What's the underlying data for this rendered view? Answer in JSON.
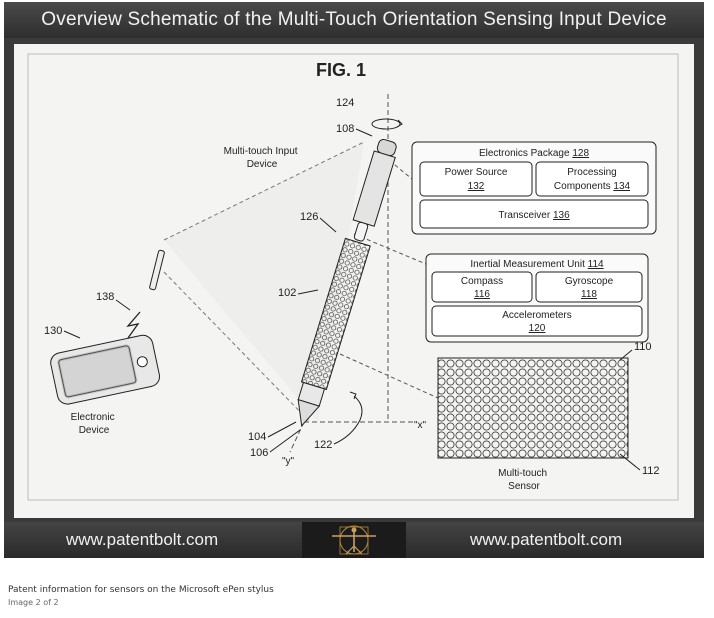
{
  "header": {
    "title": "Overview Schematic of the Multi-Touch Orientation Sensing Input Device"
  },
  "figure": {
    "label": "FIG. 1",
    "refs": {
      "r124": "124",
      "r108": "108",
      "r126": "126",
      "r102": "102",
      "r104": "104",
      "r106": "106",
      "r122": "122",
      "r138": "138",
      "r130": "130",
      "r110": "110",
      "r112": "112"
    },
    "axis_x": "\"x\"",
    "axis_y": "\"y\"",
    "input_device_label": [
      "Multi-touch Input",
      "Device"
    ],
    "electronic_device_label": [
      "Electronic",
      "Device"
    ],
    "sensor_label": [
      "Multi-touch",
      "Sensor"
    ],
    "electronics_package": {
      "title": "Electronics Package",
      "num": "128",
      "power_source": "Power Source",
      "power_num": "132",
      "processing": "Processing",
      "components": "Components",
      "processing_num": "134",
      "transceiver": "Transceiver",
      "transceiver_num": "136"
    },
    "imu": {
      "title": "Inertial Measurement Unit",
      "num": "114",
      "compass": "Compass",
      "compass_num": "116",
      "gyroscope": "Gyroscope",
      "gyroscope_num": "118",
      "accelerometers": "Accelerometers",
      "accelerometers_num": "120"
    }
  },
  "footer": {
    "left_url": "www.patentbolt.com",
    "right_url": "www.patentbolt.com",
    "logo": "vitruvian-man-logo"
  },
  "caption": "Patent information for sensors on the Microsoft ePen stylus",
  "subcaption": "Image 2 of 2"
}
